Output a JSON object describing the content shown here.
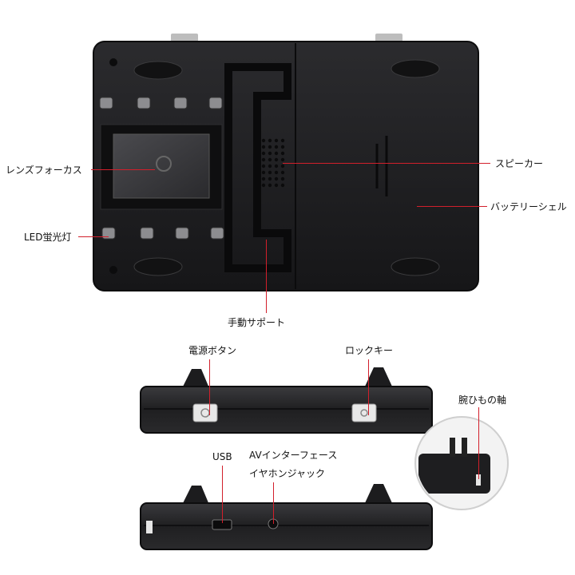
{
  "labels": {
    "lens_focus": "レンズフォーカス",
    "led_light": "LED蛍光灯",
    "speaker": "スピーカー",
    "battery_shell": "バッテリーシェル",
    "hand_support": "手動サポート",
    "power_button": "電源ボタン",
    "lock_key": "ロックキー",
    "wrist_strap_axis": "腕ひもの軸",
    "usb": "USB",
    "av_interface": "AVインターフェース",
    "earphone_jack": "イヤホンジャック"
  },
  "colors": {
    "device": "#1e1e20",
    "device_edge": "#0d0d0e",
    "leader_line": "#d21f2b"
  },
  "icons": {
    "power": "power-symbol-icon",
    "usb": "usb-port-icon",
    "jack": "audio-jack-icon"
  }
}
